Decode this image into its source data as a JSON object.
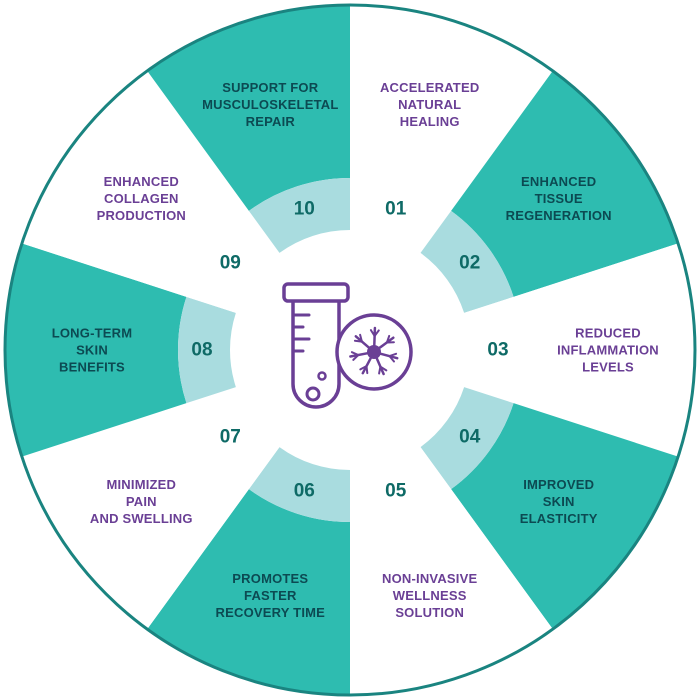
{
  "colors": {
    "teal": "#2ebcb0",
    "light_teal": "#a9dcdf",
    "white": "#ffffff",
    "border": "#1a8480",
    "label_on_teal": "#0c4a52",
    "label_on_white": "#6a3f95",
    "number": "#0e6a66",
    "icon": "#6a3f95"
  },
  "center_icon": "test-tube-with-cell-icon",
  "segments": [
    {
      "num": "01",
      "lines": [
        "ACCELERATED",
        "NATURAL",
        "HEALING"
      ],
      "fill": "white"
    },
    {
      "num": "02",
      "lines": [
        "ENHANCED",
        "TISSUE",
        "REGENERATION"
      ],
      "fill": "teal"
    },
    {
      "num": "03",
      "lines": [
        "REDUCED",
        "INFLAMMATION",
        "LEVELS"
      ],
      "fill": "white"
    },
    {
      "num": "04",
      "lines": [
        "IMPROVED",
        "SKIN",
        "ELASTICITY"
      ],
      "fill": "teal"
    },
    {
      "num": "05",
      "lines": [
        "NON-INVASIVE",
        "WELLNESS",
        "SOLUTION"
      ],
      "fill": "white"
    },
    {
      "num": "06",
      "lines": [
        "PROMOTES",
        "FASTER",
        "RECOVERY TIME"
      ],
      "fill": "teal"
    },
    {
      "num": "07",
      "lines": [
        "MINIMIZED",
        "PAIN",
        "AND SWELLING"
      ],
      "fill": "white"
    },
    {
      "num": "08",
      "lines": [
        "LONG-TERM",
        "SKIN",
        "BENEFITS"
      ],
      "fill": "teal"
    },
    {
      "num": "09",
      "lines": [
        "ENHANCED",
        "COLLAGEN",
        "PRODUCTION"
      ],
      "fill": "white"
    },
    {
      "num": "10",
      "lines": [
        "SUPPORT FOR",
        "MUSCULOSKELETAL",
        "REPAIR"
      ],
      "fill": "teal"
    }
  ]
}
